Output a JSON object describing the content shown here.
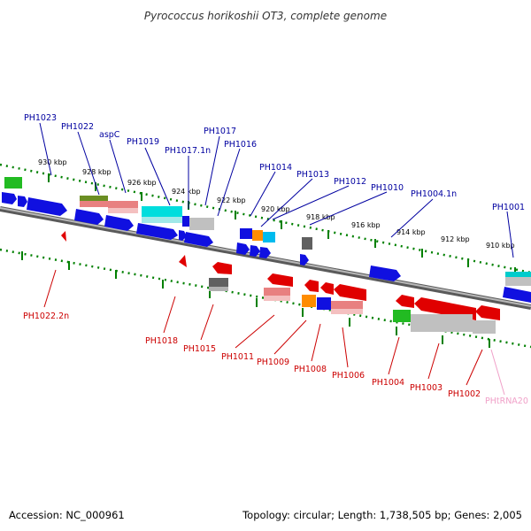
{
  "title": "Pyrococcus horikoshii OT3, complete genome",
  "accession": "Accession: NC_000961",
  "topology": "Topology: circular; Length: 1,738,505 bp; Genes: 2,005",
  "colors": {
    "label_forward": "#0000a0",
    "label_reverse": "#cc0000",
    "label_rna": "#f0a0c8",
    "tick": "#008000",
    "backbone": "#808080"
  },
  "scale_labels": [
    "930 kbp",
    "928 kbp",
    "926 kbp",
    "924 kbp",
    "922 kbp",
    "920 kbp",
    "918 kbp",
    "916 kbp",
    "914 kbp",
    "912 kbp",
    "910 kbp"
  ],
  "forward_labels": [
    "PH1023",
    "PH1022",
    "aspC",
    "PH1019",
    "PH1017.1n",
    "PH1017",
    "PH1016",
    "PH1014",
    "PH1013",
    "PH1012",
    "PH1010",
    "PH1004.1n",
    "PH1001"
  ],
  "reverse_labels": [
    "PH1022.2n",
    "PH1018",
    "PH1015",
    "PH1011",
    "PH1009",
    "PH1008",
    "PH1006",
    "PH1004",
    "PH1003",
    "PH1002"
  ],
  "rna_labels": [
    "PHtRNA20"
  ]
}
